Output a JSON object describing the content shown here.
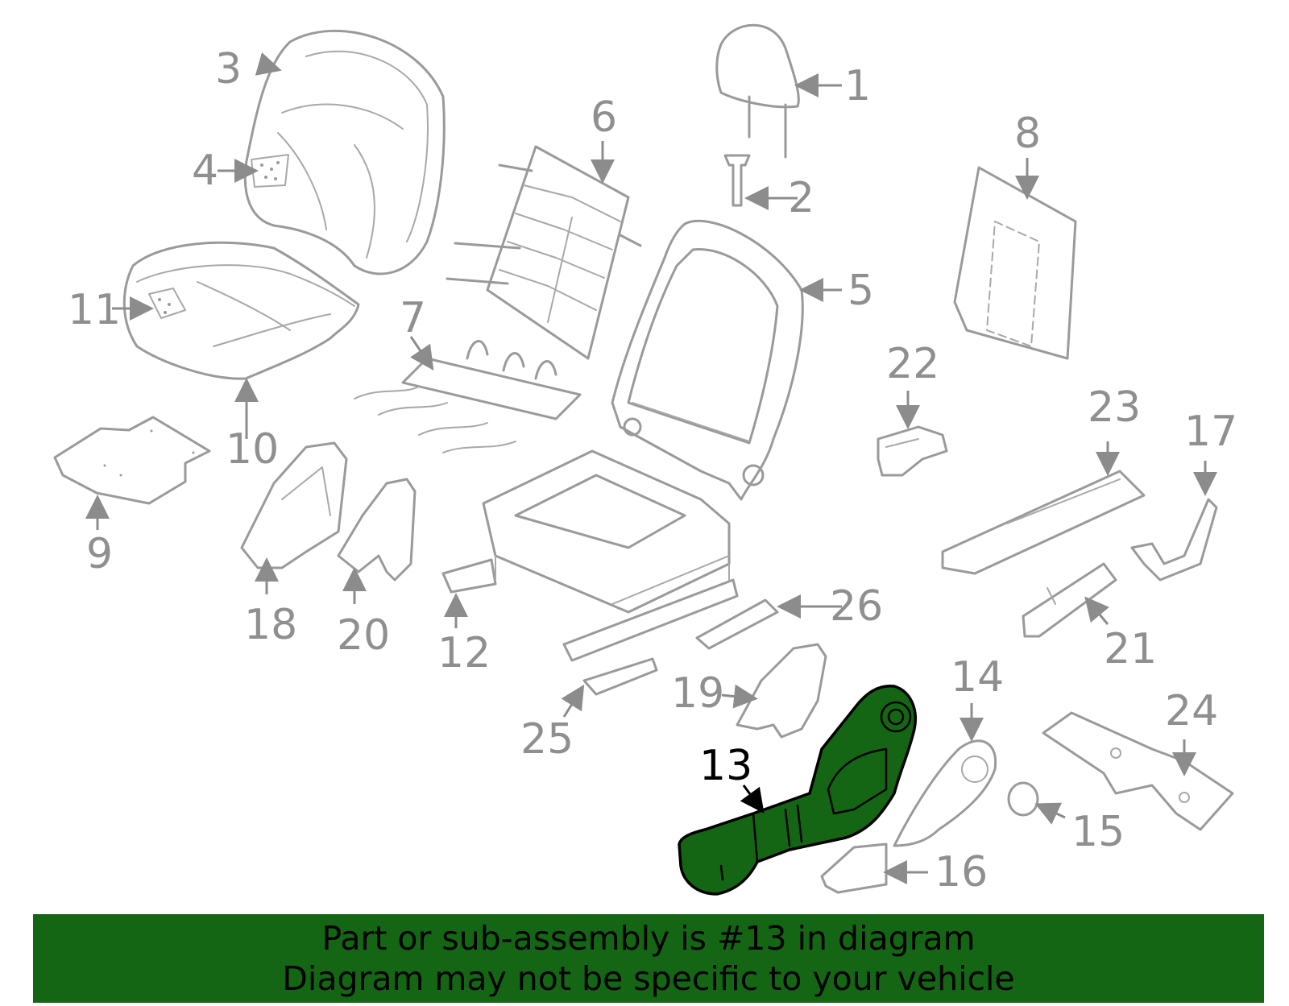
{
  "diagram": {
    "highlighted_part": "13",
    "highlight_color": "#146614",
    "callouts": {
      "c1": "1",
      "c2": "2",
      "c3": "3",
      "c4": "4",
      "c5": "5",
      "c6": "6",
      "c7": "7",
      "c8": "8",
      "c9": "9",
      "c10": "10",
      "c11": "11",
      "c12": "12",
      "c13": "13",
      "c14": "14",
      "c15": "15",
      "c16": "16",
      "c17": "17",
      "c18": "18",
      "c19": "19",
      "c20": "20",
      "c21": "21",
      "c22": "22",
      "c23": "23",
      "c24": "24",
      "c25": "25",
      "c26": "26"
    }
  },
  "banner": {
    "background": "#146614",
    "line1": "Part or sub-assembly is #13 in diagram",
    "line2": "Diagram may not be specific to your vehicle"
  }
}
